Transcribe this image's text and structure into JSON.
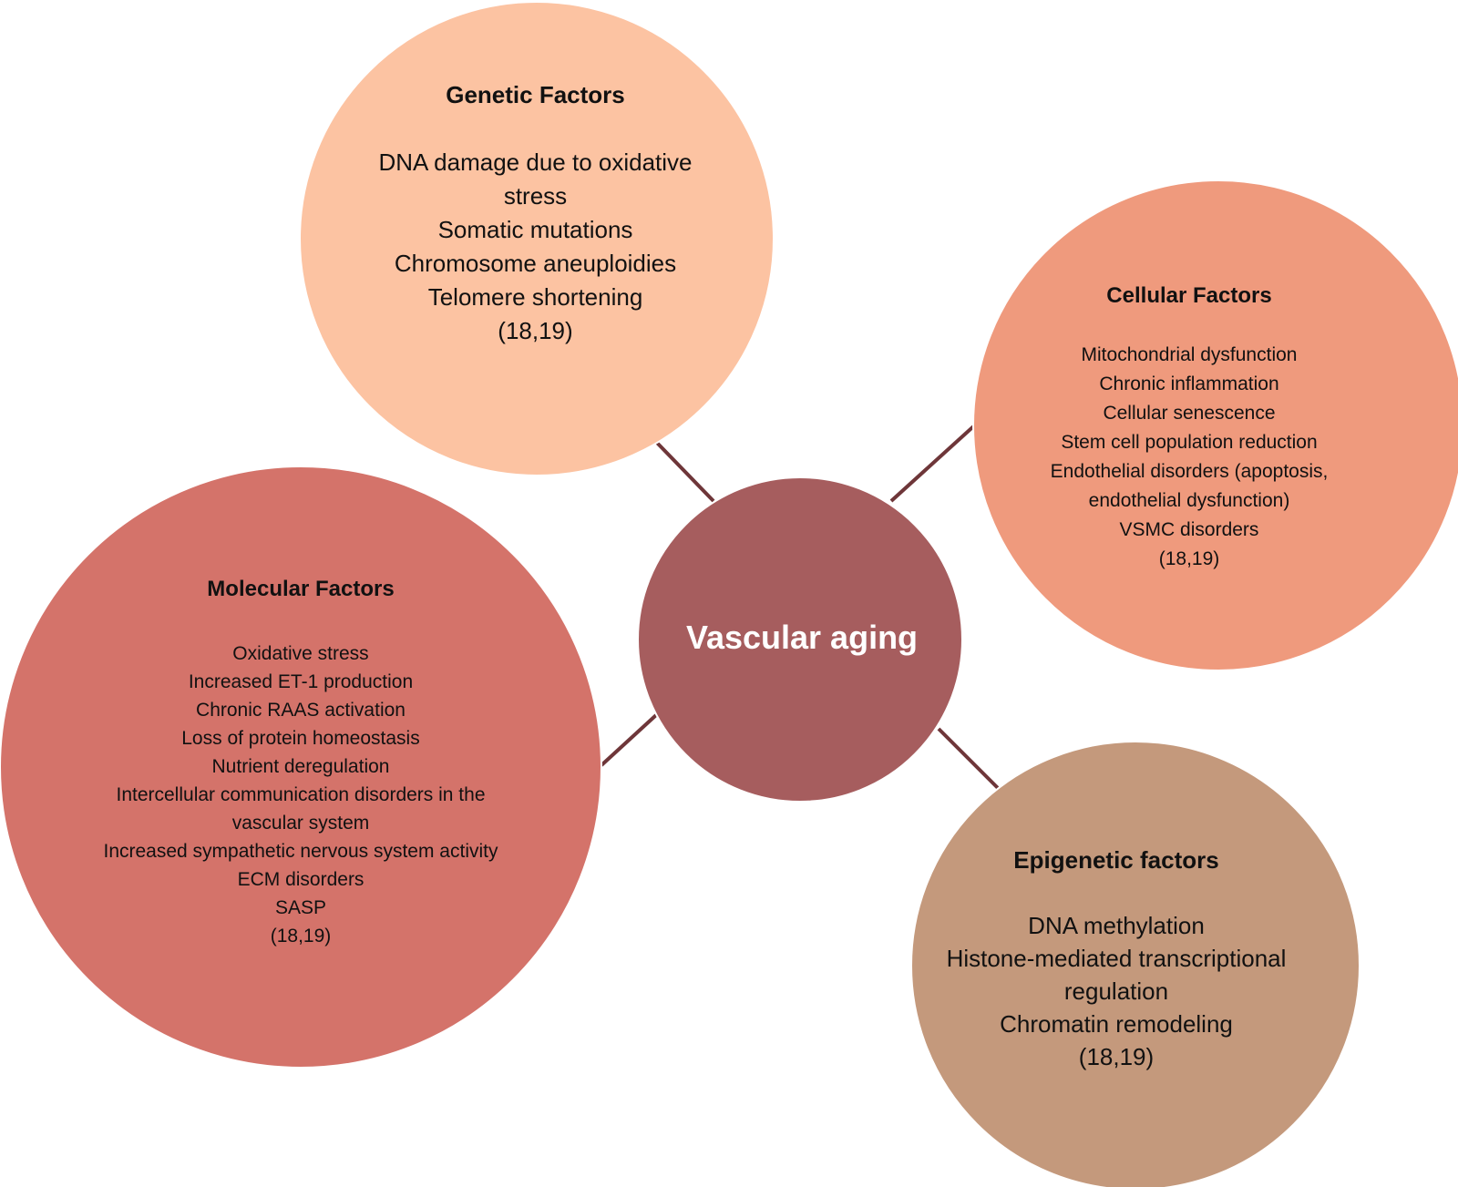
{
  "colors": {
    "center": "#a65d5e",
    "genetic": "#fcc3a2",
    "cellular": "#ef9a7d",
    "molecular": "#d4736a",
    "epigenetic": "#c4997c",
    "connector": "#6e3639",
    "text": "#111111",
    "center_text": "#ffffff"
  },
  "center": {
    "label": "Vascular aging"
  },
  "genetic": {
    "title": "Genetic Factors",
    "items": [
      "DNA damage due to oxidative stress",
      "Somatic mutations",
      "Chromosome aneuploidies",
      "Telomere shortening"
    ],
    "ref": "(18,19)"
  },
  "cellular": {
    "title": "Cellular Factors",
    "items": [
      "Mitochondrial dysfunction",
      "Chronic inflammation",
      "Cellular senescence",
      "Stem cell population reduction",
      "Endothelial disorders (apoptosis, endothelial dysfunction)",
      "VSMC disorders"
    ],
    "ref": "(18,19)"
  },
  "molecular": {
    "title": "Molecular Factors",
    "items": [
      "Oxidative stress",
      "Increased ET-1 production",
      "Chronic RAAS activation",
      "Loss of protein homeostasis",
      "Nutrient deregulation",
      "Intercellular communication disorders in the vascular system",
      "Increased sympathetic nervous system activity",
      "ECM disorders",
      "SASP"
    ],
    "ref": "(18,19)"
  },
  "epigenetic": {
    "title": "Epigenetic factors",
    "items": [
      "DNA methylation",
      "Histone-mediated transcriptional regulation",
      "Chromatin remodeling"
    ],
    "ref": "(18,19)"
  }
}
